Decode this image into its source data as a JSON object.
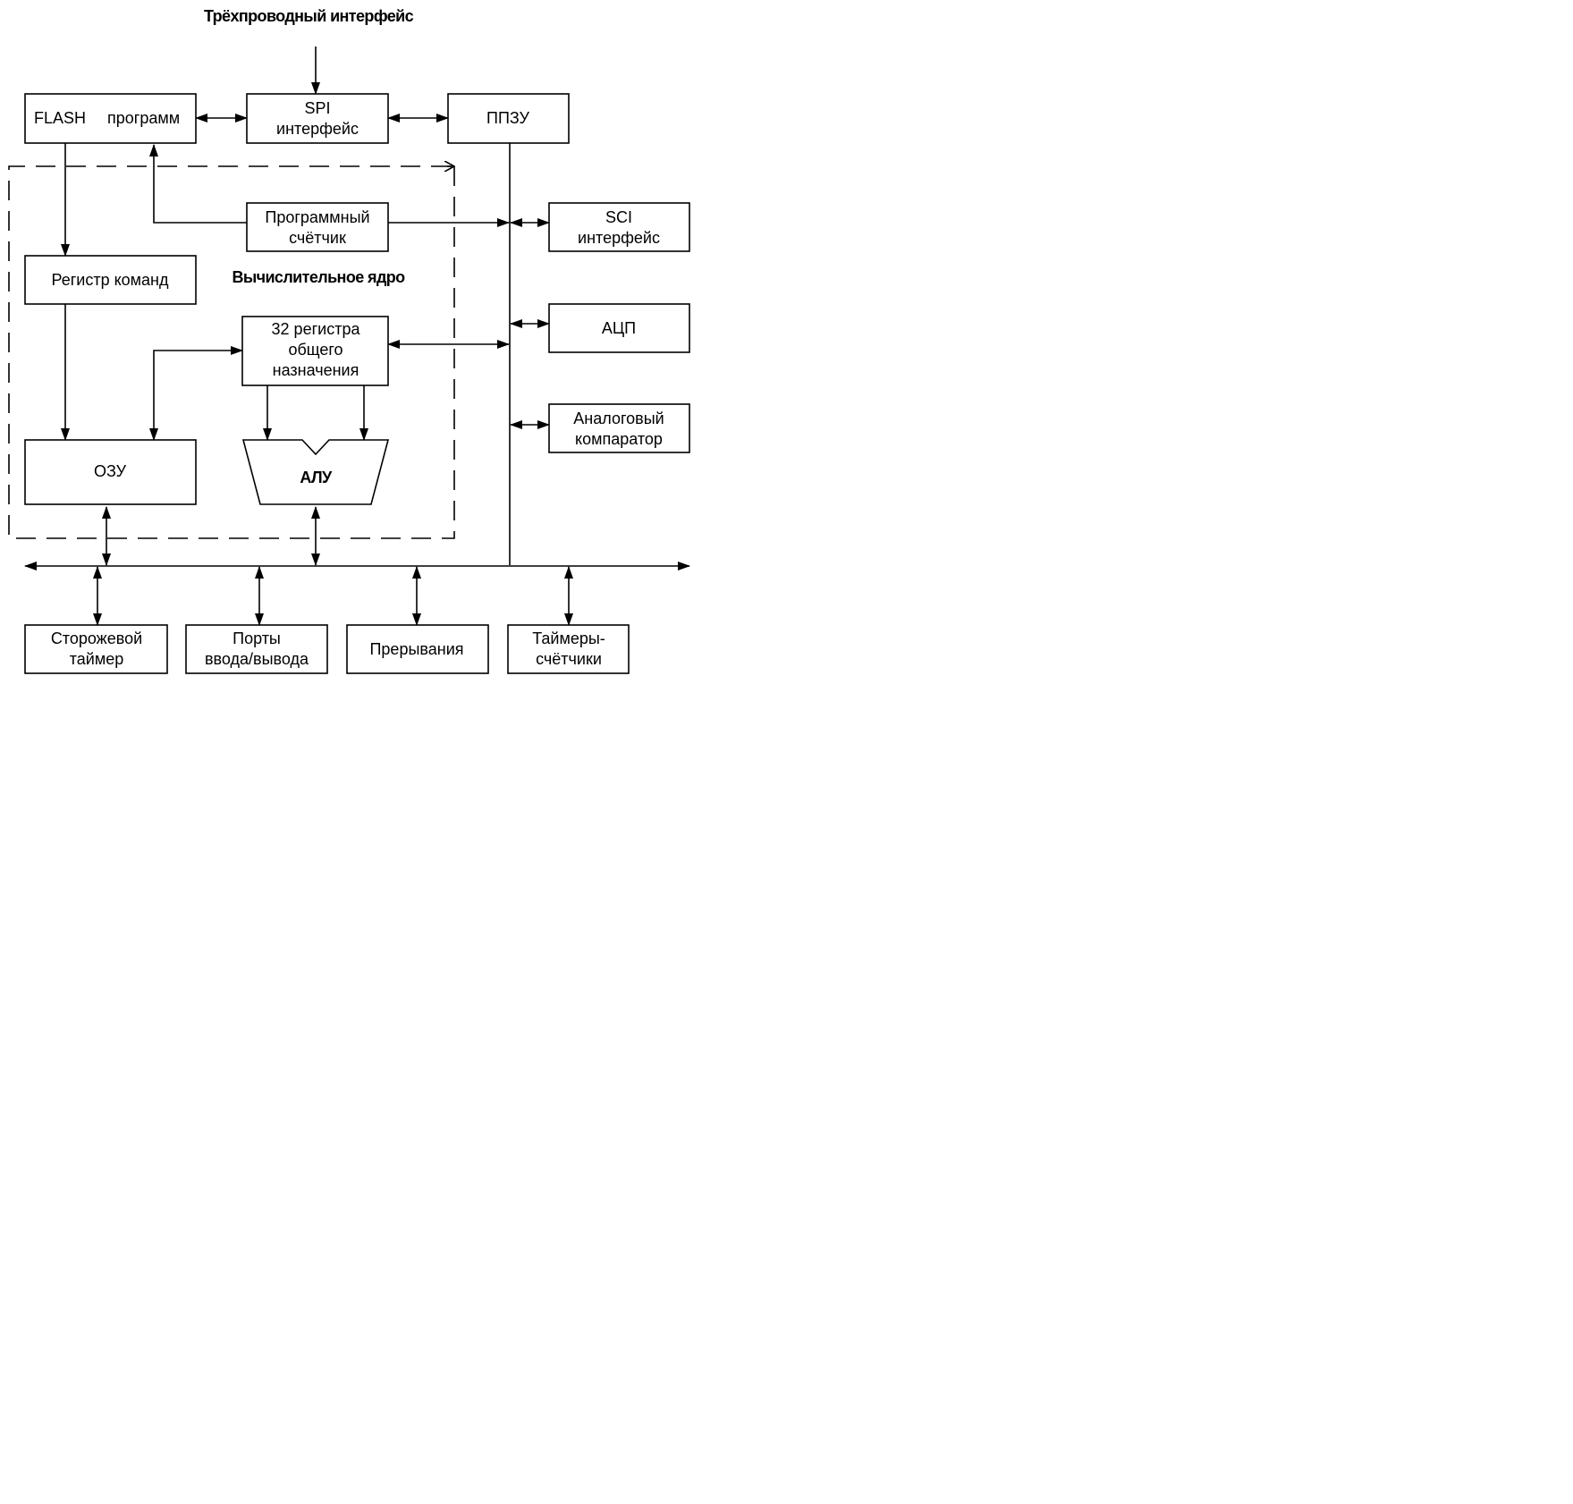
{
  "diagram": {
    "title": "Трёхпроводный интерфейс",
    "core_label": "Вычислительное ядро",
    "blocks": {
      "flash": {
        "line1": "FLASH",
        "line2": "программ"
      },
      "spi": {
        "line1": "SPI",
        "line2": "интерфейс"
      },
      "eeprom": {
        "line1": "ППЗУ"
      },
      "pc": {
        "line1": "Программный",
        "line2": "счётчик"
      },
      "sci": {
        "line1": "SCI",
        "line2": "интерфейс"
      },
      "ir": {
        "line1": "Регистр команд"
      },
      "adc": {
        "line1": "АЦП"
      },
      "gpr": {
        "line1": "32 регистра",
        "line2": "общего",
        "line3": "назначения"
      },
      "comparator": {
        "line1": "Аналоговый",
        "line2": "компаратор"
      },
      "ram": {
        "line1": "ОЗУ"
      },
      "alu": {
        "line1": "АЛУ"
      },
      "watchdog": {
        "line1": "Сторожевой",
        "line2": "таймер"
      },
      "io": {
        "line1": "Порты",
        "line2": "ввода/вывода"
      },
      "interrupts": {
        "line1": "Прерывания"
      },
      "timers": {
        "line1": "Таймеры-",
        "line2": "счётчики"
      }
    }
  }
}
